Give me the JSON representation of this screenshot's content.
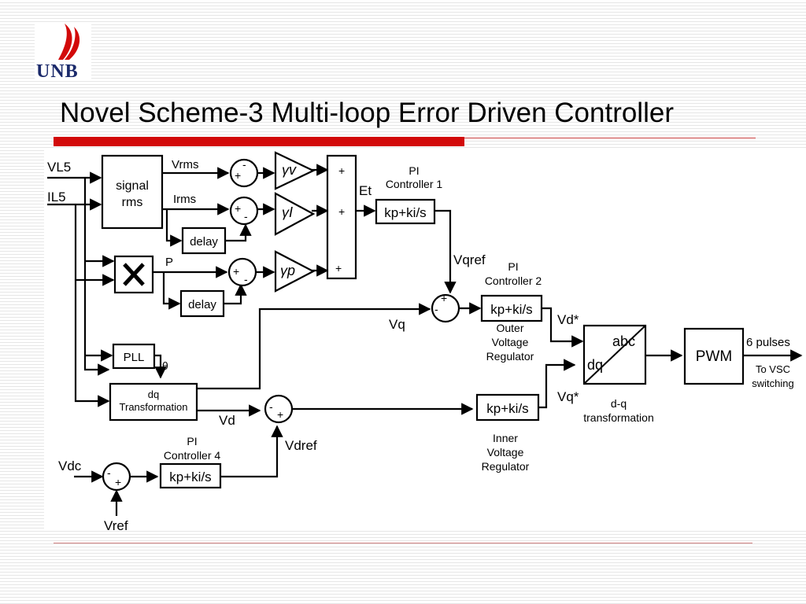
{
  "slide": {
    "title": "Novel Scheme-3 Multi-loop Error Driven Controller",
    "logo_text": "UNB",
    "colors": {
      "accent_red": "#d20a0a",
      "logo_blue": "#1b2a6b"
    }
  },
  "diagram": {
    "inputs": {
      "vl5": "VL5",
      "il5": "IL5"
    },
    "blocks": {
      "signal_rms": [
        "signal",
        "rms"
      ],
      "multiply": "×",
      "pll": "PLL",
      "dq_transform": [
        "dq",
        "Transformation"
      ],
      "delay": "delay",
      "gamma_v": "γv",
      "gamma_i": "γI",
      "gamma_p": "γp",
      "pi_expr": "kp+ki/s",
      "dq_abc_top": "abc",
      "dq_abc_bottom": "dq",
      "pwm": "PWM"
    },
    "signals": {
      "vrms": "Vrms",
      "irms": "Irms",
      "p": "P",
      "theta": "θ",
      "et": "Et",
      "vqref": "Vqref",
      "vq": "Vq",
      "vd": "Vd",
      "vd_star": "Vd*",
      "vq_star": "Vq*",
      "vdref": "Vdref",
      "vdc": "Vdc",
      "vref": "Vref"
    },
    "labels": {
      "pi1": [
        "PI",
        "Controller 1"
      ],
      "pi2": [
        "PI",
        "Controller 2"
      ],
      "pi4": [
        "PI",
        "Controller 4"
      ],
      "outer": [
        "Outer",
        "Voltage",
        "Regulator"
      ],
      "inner": [
        "Inner",
        "Voltage",
        "Regulator"
      ],
      "dq_caption": [
        "d-q",
        "transformation"
      ],
      "pulses": "6 pulses",
      "to_vsc": [
        "To VSC",
        "switching"
      ]
    },
    "signs": {
      "plus": "+",
      "minus": "-"
    }
  }
}
